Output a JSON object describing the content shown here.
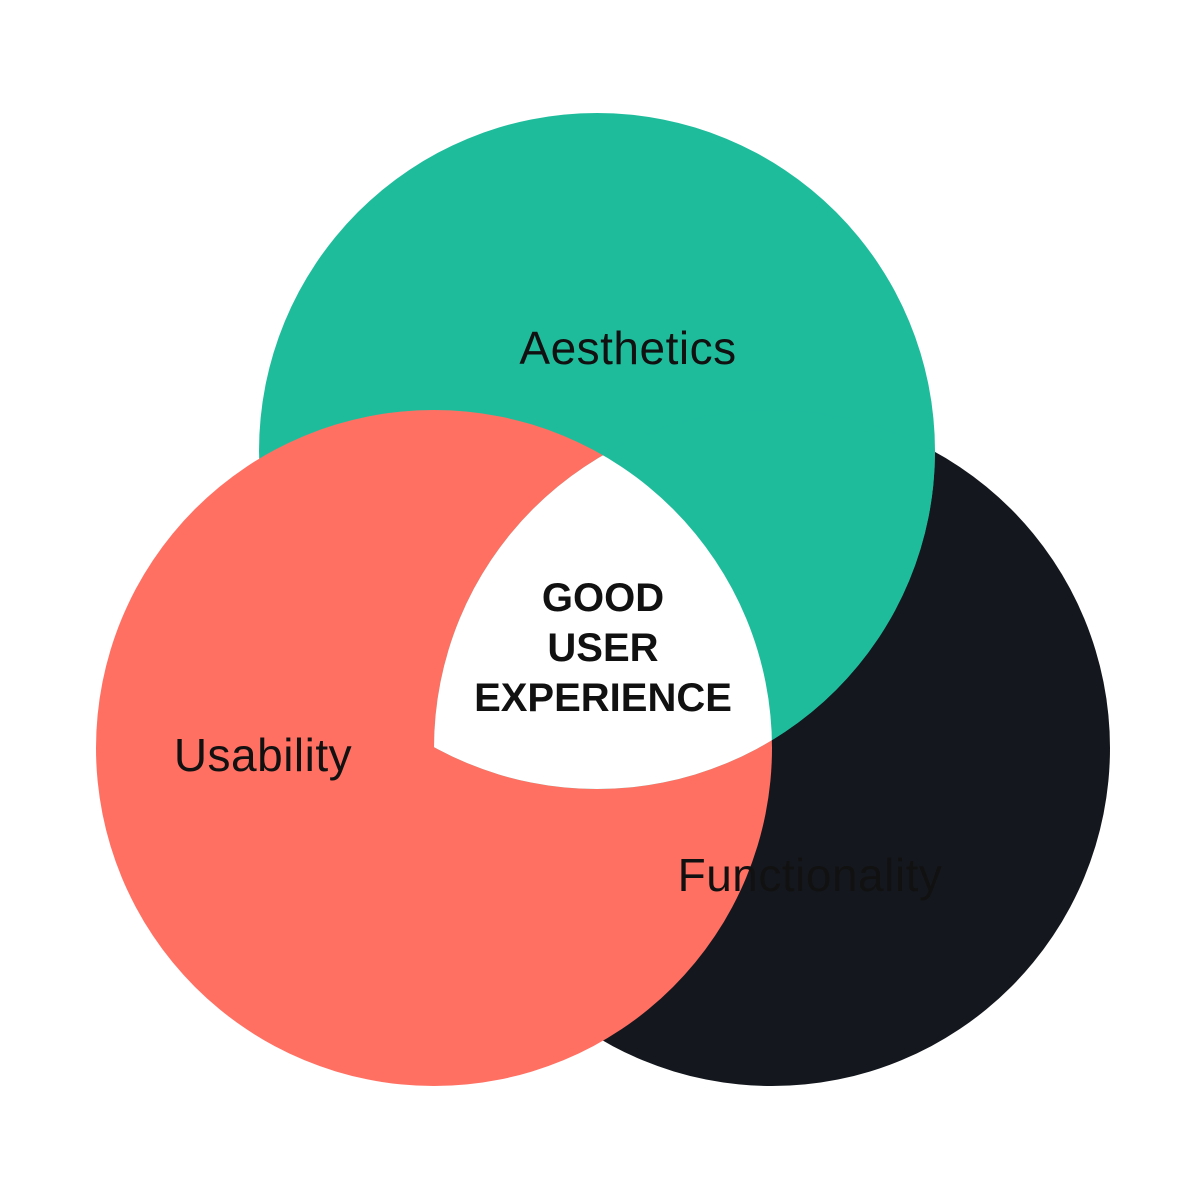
{
  "diagram": {
    "type": "venn-3",
    "circles": [
      {
        "id": "aesthetics",
        "label": "Aesthetics",
        "color": "#1FBC9C"
      },
      {
        "id": "usability",
        "label": "Usability",
        "color": "#FF7063"
      },
      {
        "id": "functionality",
        "label": "Functionality",
        "color": "#14181E"
      }
    ],
    "label_color": "#111111",
    "background": "#FFFFFF",
    "center": {
      "lines": [
        "GOOD",
        "USER",
        "EXPERIENCE"
      ],
      "color": "#111111",
      "background": "#FFFFFF"
    }
  }
}
